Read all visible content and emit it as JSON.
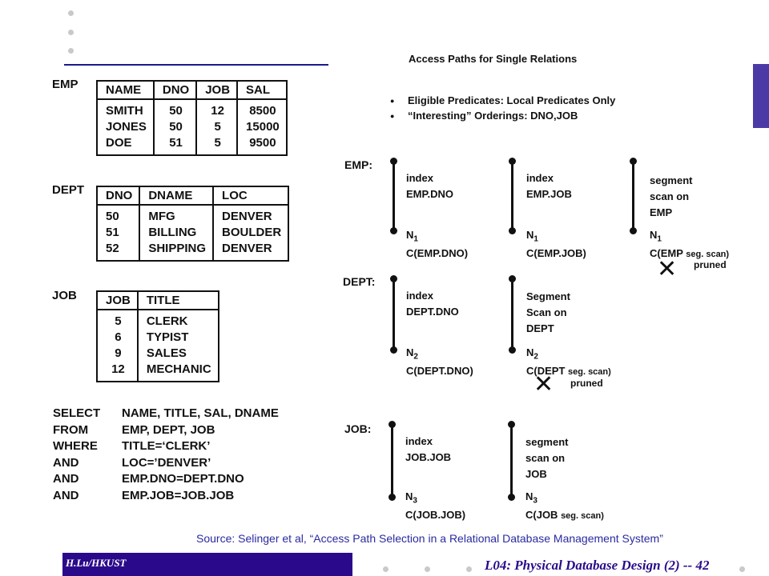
{
  "emp": {
    "label": "EMP",
    "headers": [
      "NAME",
      "DNO",
      "JOB",
      "SAL"
    ],
    "rows": [
      [
        "SMITH",
        "50",
        "12",
        "8500"
      ],
      [
        "JONES",
        "50",
        "5",
        "15000"
      ],
      [
        "DOE",
        "51",
        "5",
        "9500"
      ]
    ]
  },
  "dept": {
    "label": "DEPT",
    "headers": [
      "DNO",
      "DNAME",
      "LOC"
    ],
    "rows": [
      [
        "50",
        "MFG",
        "DENVER"
      ],
      [
        "51",
        "BILLING",
        "BOULDER"
      ],
      [
        "52",
        "SHIPPING",
        "DENVER"
      ]
    ]
  },
  "job": {
    "label": "JOB",
    "headers": [
      "JOB",
      "TITLE"
    ],
    "rows": [
      [
        "5",
        "CLERK"
      ],
      [
        "6",
        "TYPIST"
      ],
      [
        "9",
        "SALES"
      ],
      [
        "12",
        "MECHANIC"
      ]
    ]
  },
  "sql": [
    {
      "kw": "SELECT",
      "arg": "NAME, TITLE, SAL, DNAME"
    },
    {
      "kw": "FROM",
      "arg": "EMP, DEPT, JOB"
    },
    {
      "kw": "WHERE",
      "arg": "TITLE=‘CLERK’"
    },
    {
      "kw": "AND",
      "arg": "LOC=’DENVER’"
    },
    {
      "kw": "AND",
      "arg": "EMP.DNO=DEPT.DNO"
    },
    {
      "kw": "AND",
      "arg": "EMP.JOB=JOB.JOB"
    }
  ],
  "access_paths": {
    "title": "Access Paths for Single Relations",
    "bullet1": "Eligible Predicates:  Local Predicates Only",
    "bullet2": "“Interesting” Orderings: DNO,JOB",
    "emp_label": "EMP:",
    "dept_label": "DEPT:",
    "job_label": "JOB:",
    "emp_p1_text": "index\nEMP.DNO",
    "emp_p1_n": "N",
    "emp_p1_n_sub": "1",
    "emp_p1_cost": "C(EMP.DNO)",
    "emp_p2_text": "index\nEMP.JOB",
    "emp_p2_n": "N",
    "emp_p2_n_sub": "1",
    "emp_p2_cost": "C(EMP.JOB)",
    "emp_p3_text": "segment\nscan on\nEMP",
    "emp_p3_n": "N",
    "emp_p3_n_sub": "1",
    "emp_p3_cost_a": "C(EMP ",
    "emp_p3_cost_b": "seg. scan)",
    "emp_p3_pruned": "pruned",
    "dept_p1_text": "index\nDEPT.DNO",
    "dept_p1_n": "N",
    "dept_p1_n_sub": "2",
    "dept_p1_cost": "C(DEPT.DNO)",
    "dept_p2_text": "Segment\nScan on\nDEPT",
    "dept_p2_n": "N",
    "dept_p2_n_sub": "2",
    "dept_p2_cost_a": "C(DEPT ",
    "dept_p2_cost_b": "seg. scan)",
    "dept_p2_pruned": "pruned",
    "job_p1_text": "index\nJOB.JOB",
    "job_p1_n": "N",
    "job_p1_n_sub": "3",
    "job_p1_cost": "C(JOB.JOB)",
    "job_p2_text": "segment\nscan on\nJOB",
    "job_p2_n": "N",
    "job_p2_n_sub": "3",
    "job_p2_cost_a": "C(JOB ",
    "job_p2_cost_b": "seg. scan)"
  },
  "source": "Source: Selinger et al, “Access Path Selection in a Relational Database Management System”",
  "footer": {
    "left": "H.Lu/HKUST",
    "right": "L04: Physical Database Design (2) -- 42"
  }
}
